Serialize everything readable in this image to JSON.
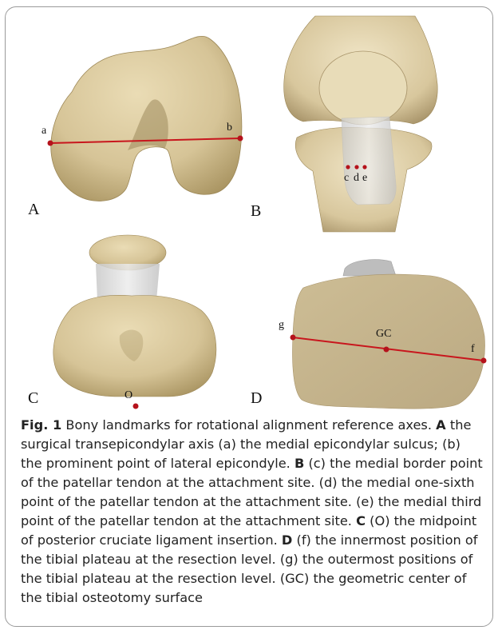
{
  "panels": {
    "A": {
      "letter": "A",
      "points": {
        "a": "a",
        "b": "b"
      }
    },
    "B": {
      "letter": "B",
      "points": {
        "c": "c",
        "d": "d",
        "e": "e"
      }
    },
    "C": {
      "letter": "C",
      "points": {
        "O": "O"
      }
    },
    "D": {
      "letter": "D",
      "points": {
        "g": "g",
        "GC": "GC",
        "f": "f"
      }
    }
  },
  "caption": {
    "fig_label": "Fig. 1",
    "intro": "Bony landmarks for rotational alignment reference axes.",
    "A_label": "A",
    "A_text": "the surgical transepicondylar axis (a) the medial epicondylar sulcus; (b) the prominent point of lateral epicondyle.",
    "B_label": "B",
    "B_text": "(c) the medial border point of the patellar tendon at the attachment site. (d) the medial one-sixth point of the patellar tendon at the attachment site. (e) the medial third point of the patellar tendon at the attachment site.",
    "C_label": "C",
    "C_text": "(O) the midpoint of posterior cruciate ligament insertion.",
    "D_label": "D",
    "D_text": "(f) the innermost position of the tibial plateau at the resection level. (g) the outermost positions of the tibial plateau at the resection level. (GC) the geometric center of the tibial osteotomy surface"
  },
  "colors": {
    "bone": "#d9c9a0",
    "bone_shadow": "#b9a577",
    "cut_surface": "#c4b48d",
    "tendon": "#d8d8d8",
    "axis_line": "#c8161d",
    "landmark_dot": "#b5121b"
  }
}
